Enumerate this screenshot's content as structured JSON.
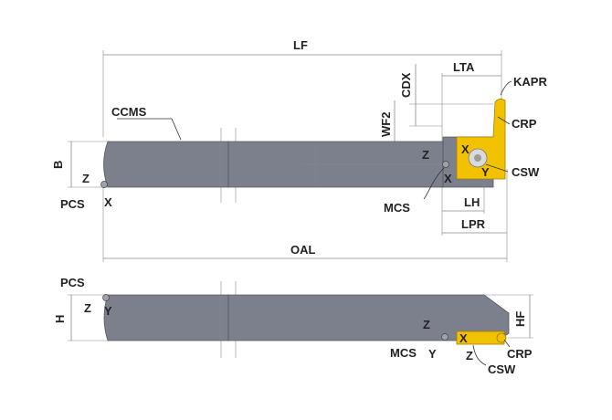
{
  "colors": {
    "tool_body": "#7c7f8c",
    "insert": "#f2c200",
    "dimension_lines": "#8a8a8a",
    "text": "#222222"
  },
  "top_view": {
    "labels": {
      "lf": "LF",
      "lta": "LTA",
      "cdx": "CDX",
      "kapr": "KAPR",
      "ccms": "CCMS",
      "wf2": "WF2",
      "crp": "CRP",
      "b": "B",
      "z_pcs": "Z",
      "pcs": "PCS",
      "x_pcs": "X",
      "z_mcs": "Z",
      "x_csw": "X",
      "y_csw": "Y",
      "csw": "CSW",
      "x_mcs": "X",
      "mcs": "MCS",
      "lh": "LH",
      "lpr": "LPR",
      "oal": "OAL"
    }
  },
  "side_view": {
    "labels": {
      "pcs": "PCS",
      "z_pcs": "Z",
      "y_pcs": "Y",
      "h": "H",
      "hf": "HF",
      "z_mcs": "Z",
      "x_csw": "X",
      "mcs": "MCS",
      "y_mcs": "Y",
      "z_csw": "Z",
      "crp": "CRP",
      "csw": "CSW"
    }
  }
}
